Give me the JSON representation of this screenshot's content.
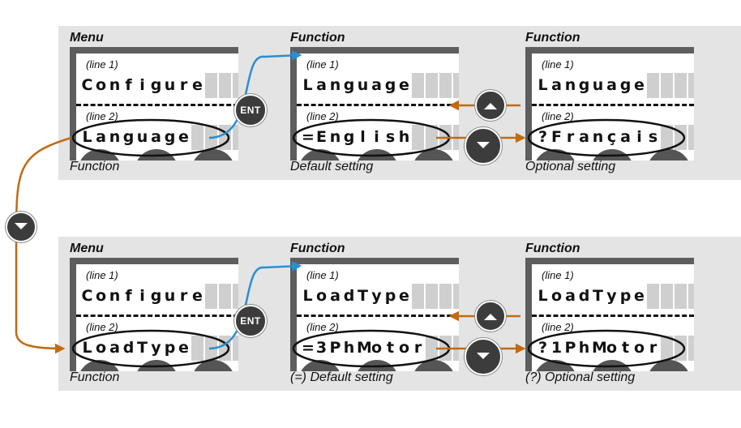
{
  "colors": {
    "forward_arrow": "#2a8fd0",
    "nav_arrow": "#c06a12",
    "panel_bg": "#e4e4e4",
    "button": "#3c3c3c"
  },
  "labels": {
    "line1": "(line 1)",
    "line2": "(line 2)",
    "ent": "ENT"
  },
  "rows": [
    {
      "screens": [
        {
          "header": "Menu",
          "line1": "Configure",
          "line2": "Language",
          "caption": "Function"
        },
        {
          "header": "Function",
          "line1": "Language",
          "line2": "=English",
          "caption": "Default setting"
        },
        {
          "header": "Function",
          "line1": "Language",
          "line2": "?Français",
          "caption": "Optional setting"
        }
      ]
    },
    {
      "screens": [
        {
          "header": "Menu",
          "line1": "Configure",
          "line2": "LoadType",
          "caption": "Function"
        },
        {
          "header": "Function",
          "line1": "LoadType",
          "line2": "=3PhMotor",
          "caption": "(=) Default setting"
        },
        {
          "header": "Function",
          "line1": "LoadType",
          "line2": "?1PhMotor",
          "caption": "(?) Optional setting"
        }
      ]
    }
  ],
  "icons": {
    "ent_button": "ent-button",
    "up_button": "chevron-up-icon",
    "down_button": "chevron-down-icon"
  }
}
